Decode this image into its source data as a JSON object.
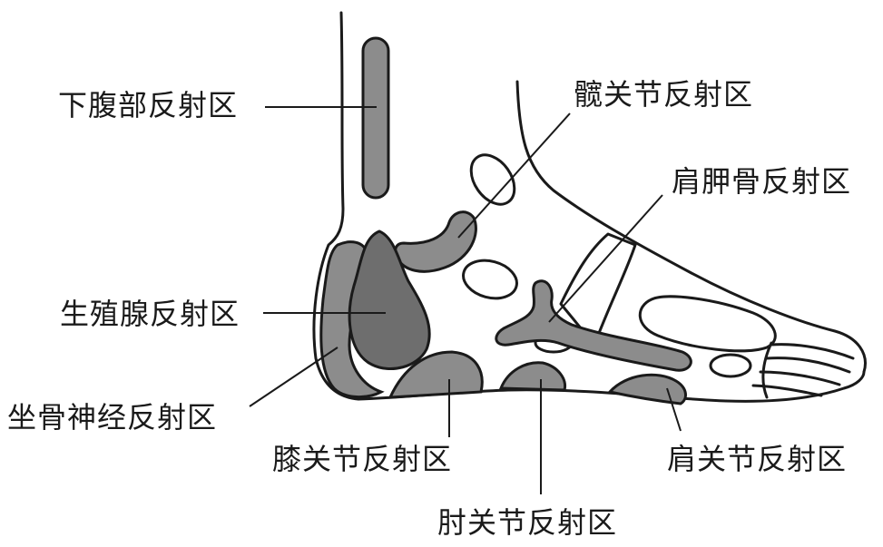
{
  "labels": {
    "lower_abdomen": "下腹部反射区",
    "hip_joint": "髋关节反射区",
    "scapula": "肩胛骨反射区",
    "gonad": "生殖腺反射区",
    "sciatic_nerve": "坐骨神经反射区",
    "knee_joint": "膝关节反射区",
    "shoulder_joint": "肩关节反射区",
    "elbow_joint": "肘关节反射区"
  },
  "colors": {
    "outline": "#1a1a1a",
    "zone_fill": "#8c8c8c",
    "zone_dark_fill": "#6e6e6e",
    "background": "#ffffff"
  }
}
